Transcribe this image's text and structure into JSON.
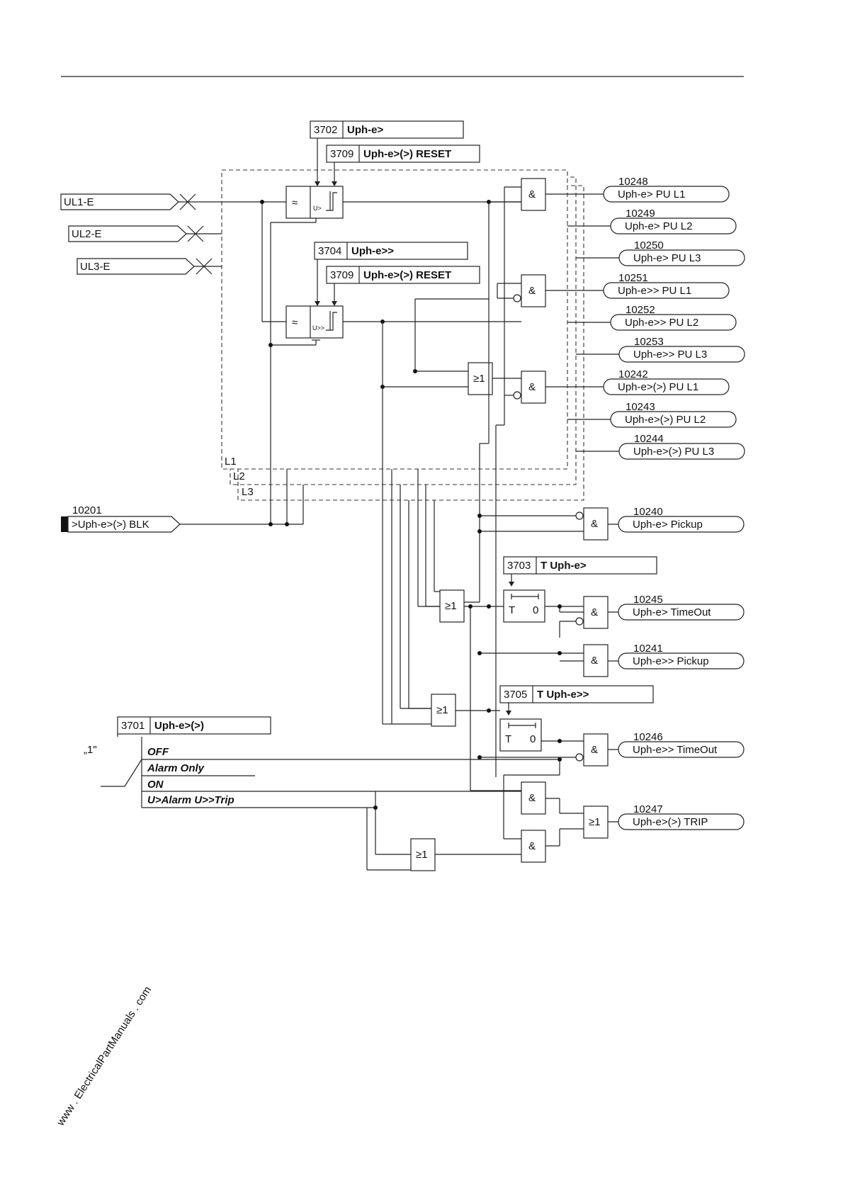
{
  "settings": {
    "s3702": {
      "num": "3702",
      "label": "Uph-e>"
    },
    "s3709a": {
      "num": "3709",
      "label": "Uph-e>(>) RESET"
    },
    "s3704": {
      "num": "3704",
      "label": "Uph-e>>"
    },
    "s3709b": {
      "num": "3709",
      "label": "Uph-e>(>) RESET"
    },
    "s3703": {
      "num": "3703",
      "label": "T Uph-e>"
    },
    "s3705": {
      "num": "3705",
      "label": "T Uph-e>>"
    },
    "s3701": {
      "num": "3701",
      "label": "Uph-e>(>)"
    }
  },
  "inputs": {
    "ul1": "UL1-E",
    "ul2": "UL2-E",
    "ul3": "UL3-E",
    "blk_num": "10201",
    "blk": ">Uph-e>(>) BLK"
  },
  "phases": {
    "l1": "L1",
    "l2": "L2",
    "l3": "L3"
  },
  "blocks": {
    "u1": "U>",
    "u2": "U>>",
    "and": "&",
    "or": "≥1",
    "timer_t": "T",
    "timer_0": "0",
    "filter": "≈"
  },
  "outputs": [
    {
      "num": "10248",
      "label": "Uph-e> PU L1"
    },
    {
      "num": "10249",
      "label": "Uph-e> PU L2"
    },
    {
      "num": "10250",
      "label": "Uph-e> PU L3"
    },
    {
      "num": "10251",
      "label": "Uph-e>> PU L1"
    },
    {
      "num": "10252",
      "label": "Uph-e>> PU L2"
    },
    {
      "num": "10253",
      "label": "Uph-e>> PU L3"
    },
    {
      "num": "10242",
      "label": "Uph-e>(>) PU L1"
    },
    {
      "num": "10243",
      "label": "Uph-e>(>) PU L2"
    },
    {
      "num": "10244",
      "label": "Uph-e>(>) PU L3"
    },
    {
      "num": "10240",
      "label": "Uph-e> Pickup"
    },
    {
      "num": "10245",
      "label": "Uph-e> TimeOut"
    },
    {
      "num": "10241",
      "label": "Uph-e>> Pickup"
    },
    {
      "num": "10246",
      "label": "Uph-e>> TimeOut"
    },
    {
      "num": "10247",
      "label": "Uph-e>(>) TRIP"
    }
  ],
  "mode": {
    "one": "„1\"",
    "off": "OFF",
    "alarm_only": "Alarm Only",
    "on": "ON",
    "alarm_trip": "U>Alarm U>>Trip"
  },
  "watermark": "www . ElectricalPartManuals . com"
}
